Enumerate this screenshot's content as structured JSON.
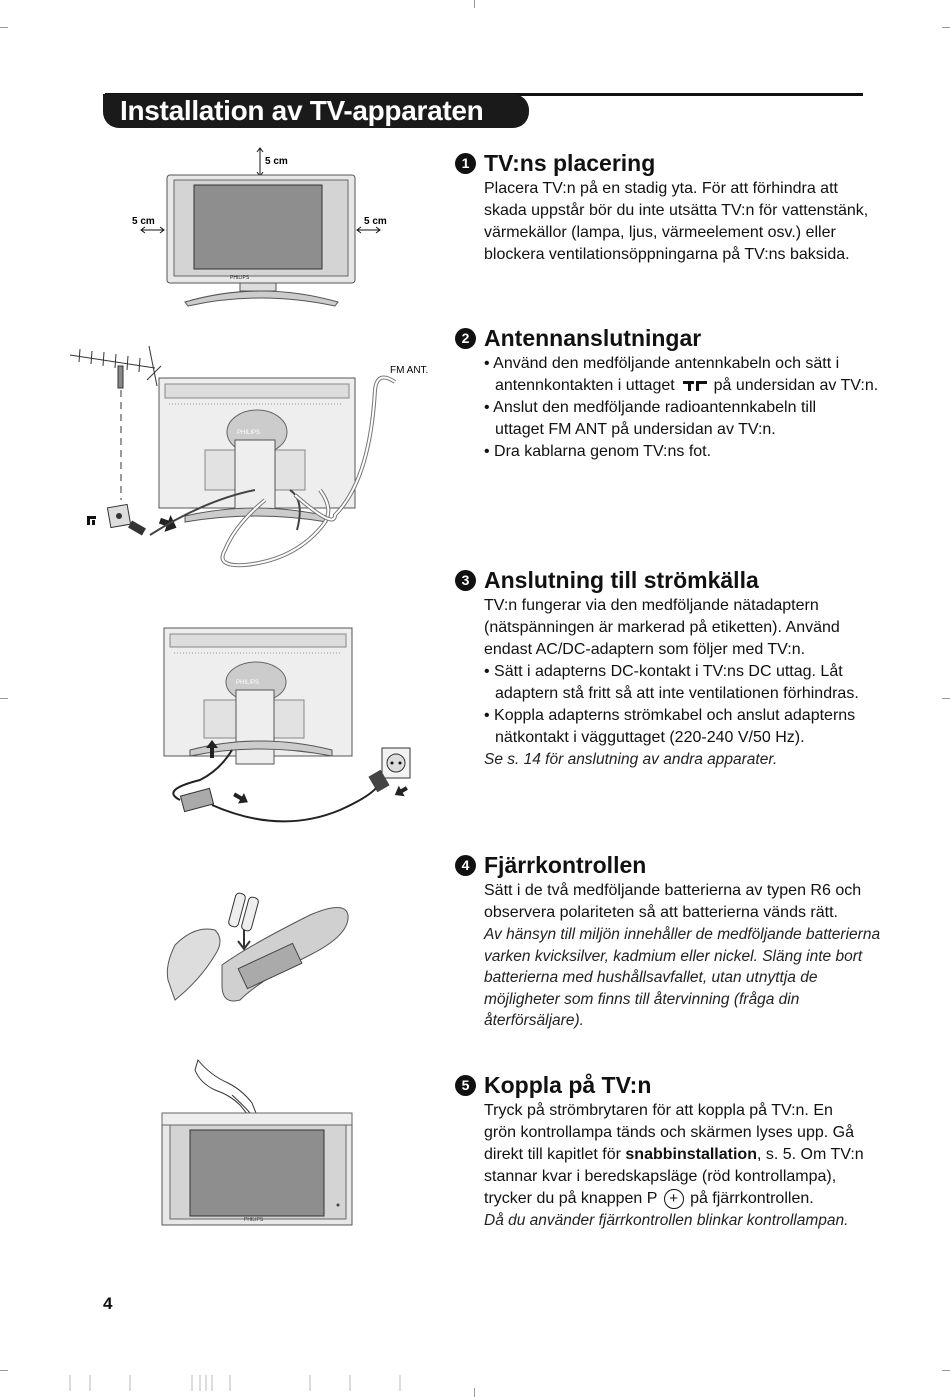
{
  "header": {
    "title": "Installation av TV-apparaten"
  },
  "sections": [
    {
      "number": "1",
      "title": "TV:ns placering",
      "lines": [
        "Placera TV:n på en stadig yta. För att förhindra att",
        "skada uppstår bör du inte utsätta TV:n för vattenstänk,",
        "värmekällor (lampa, ljus, värmeelement osv.) eller",
        "blockera ventilationsöppningarna på TV:ns baksida."
      ]
    },
    {
      "number": "2",
      "title": "Antennanslutningar",
      "bullets": [
        {
          "line1_pre": "• Använd den medföljande antennkabeln och sätt i",
          "line2_pre": "antennkontakten i uttaget",
          "line2_post": "på undersidan av TV:n."
        },
        {
          "line1": "• Anslut den medföljande radioantennkabeln till",
          "line2": "uttaget FM ANT på undersidan av TV:n."
        },
        {
          "line1": "• Dra kablarna genom TV:ns fot."
        }
      ]
    },
    {
      "number": "3",
      "title": "Anslutning till strömkälla",
      "lines": [
        "TV:n fungerar via den medföljande nätadaptern",
        "(nätspänningen är markerad på etiketten). Använd",
        "endast AC/DC-adaptern som följer med TV:n."
      ],
      "bullets": [
        {
          "line1": "• Sätt i adapterns DC-kontakt i TV:ns DC uttag. Låt",
          "line2": "adaptern stå fritt så att inte ventilationen förhindras."
        },
        {
          "line1": "• Koppla adapterns strömkabel och anslut adapterns",
          "line2": "nätkontakt i vägguttaget (220-240 V/50 Hz)."
        }
      ],
      "note": "Se s. 14 för anslutning av andra apparater."
    },
    {
      "number": "4",
      "title": "Fjärrkontrollen",
      "lines": [
        "Sätt i de två medföljande batterierna av typen R6 och",
        "observera polariteten så att batterierna vänds rätt."
      ],
      "notes": [
        "Av hänsyn till miljön innehåller de medföljande batterierna",
        "varken kvicksilver, kadmium eller nickel. Släng inte bort",
        "batterierna med hushållsavfallet, utan utnyttja de",
        "möjligheter som finns till återvinning (fråga din",
        "återförsäljare)."
      ]
    },
    {
      "number": "5",
      "title": "Koppla på TV:n",
      "lines": [
        "Tryck på strömbrytaren för att koppla på TV:n. En",
        "grön kontrollampa tänds och skärmen lyses upp. Gå"
      ],
      "line3_pre": "direkt till kapitlet för",
      "line3_bold": "snabbinstallation",
      "line3_post": ", s. 5. Om TV:n",
      "line4": "stannar kvar i beredskapsläge (röd kontrollampa),",
      "line5_pre": "trycker du på knappen P",
      "line5_post": "på fjärrkontrollen.",
      "note": "Då du använder fjärrkontrollen blinkar kontrollampan."
    }
  ],
  "illustrations": {
    "tv_front": {
      "label_top": "5 cm",
      "label_left": "5 cm",
      "label_right": "5 cm",
      "brand": "PHILIPS"
    },
    "antenna": {
      "label_fm": "FM ANT.",
      "brand": "PHILIPS"
    },
    "power": {
      "brand": "PHILIPS"
    },
    "tv_on": {
      "brand": "PHILIPS"
    }
  },
  "footer": {
    "page_number": "4"
  }
}
